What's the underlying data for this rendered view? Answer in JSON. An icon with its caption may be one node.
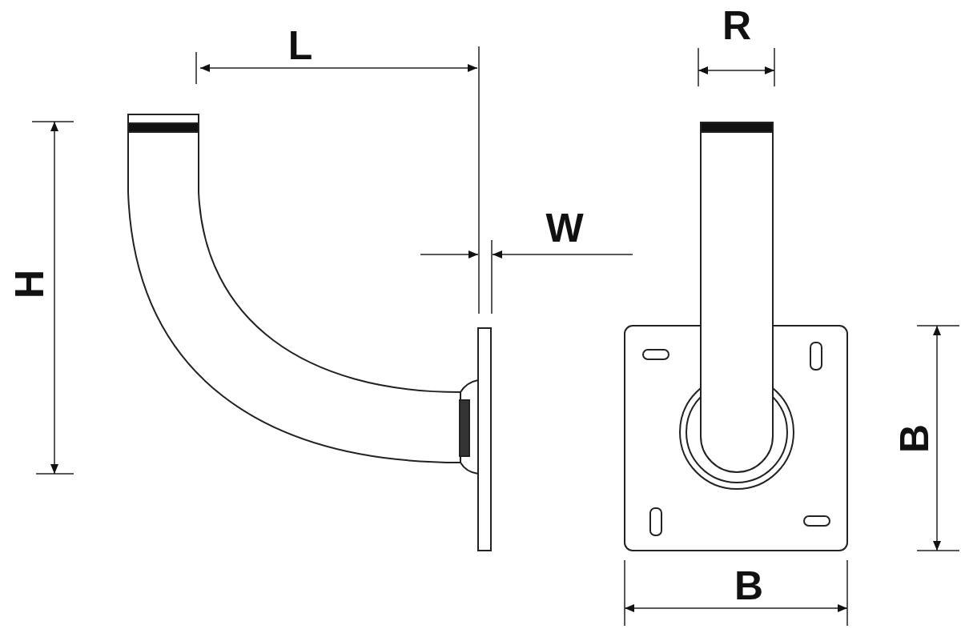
{
  "diagram": {
    "labels": [
      "L",
      "R",
      "W",
      "H",
      "B",
      "B"
    ]
  }
}
